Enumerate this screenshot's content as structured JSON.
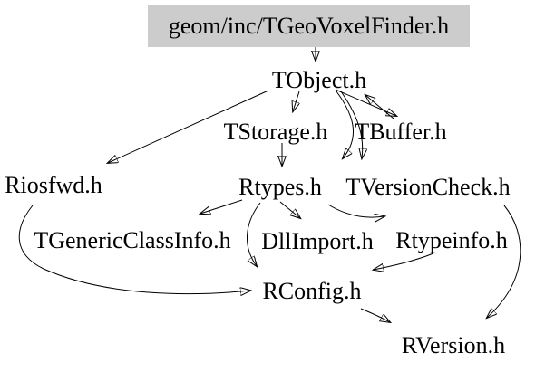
{
  "diagram": {
    "type": "include-dependency-graph",
    "colors": {
      "background": "#ffffff",
      "root_node_fill": "#cccccc",
      "edge_stroke": "#000000",
      "text": "#000000"
    },
    "nodes": [
      {
        "id": "root",
        "label": "geom/inc/TGeoVoxelFinder.h"
      },
      {
        "id": "tobject",
        "label": "TObject.h"
      },
      {
        "id": "tstorage",
        "label": "TStorage.h"
      },
      {
        "id": "tbuffer",
        "label": "TBuffer.h"
      },
      {
        "id": "riosfwd",
        "label": "Riosfwd.h"
      },
      {
        "id": "rtypes",
        "label": "Rtypes.h"
      },
      {
        "id": "tversioncheck",
        "label": "TVersionCheck.h"
      },
      {
        "id": "tgenericclassinfo",
        "label": "TGenericClassInfo.h"
      },
      {
        "id": "dllimport",
        "label": "DllImport.h"
      },
      {
        "id": "rtypeinfo",
        "label": "Rtypeinfo.h"
      },
      {
        "id": "rconfig",
        "label": "RConfig.h"
      },
      {
        "id": "rversion",
        "label": "RVersion.h"
      }
    ],
    "edges": [
      {
        "from": "root",
        "to": "tobject"
      },
      {
        "from": "tobject",
        "to": "riosfwd"
      },
      {
        "from": "tobject",
        "to": "tstorage"
      },
      {
        "from": "tobject",
        "to": "tbuffer"
      },
      {
        "from": "tbuffer",
        "to": "tobject"
      },
      {
        "from": "tobject",
        "to": "rtypes"
      },
      {
        "from": "tobject",
        "to": "tversioncheck"
      },
      {
        "from": "tstorage",
        "to": "rtypes"
      },
      {
        "from": "rtypes",
        "to": "tgenericclassinfo"
      },
      {
        "from": "rtypes",
        "to": "dllimport"
      },
      {
        "from": "rtypes",
        "to": "rtypeinfo"
      },
      {
        "from": "rtypes",
        "to": "rconfig"
      },
      {
        "from": "rtypeinfo",
        "to": "rconfig"
      },
      {
        "from": "riosfwd",
        "to": "rconfig"
      },
      {
        "from": "rconfig",
        "to": "rversion"
      },
      {
        "from": "tversioncheck",
        "to": "rversion"
      }
    ]
  }
}
